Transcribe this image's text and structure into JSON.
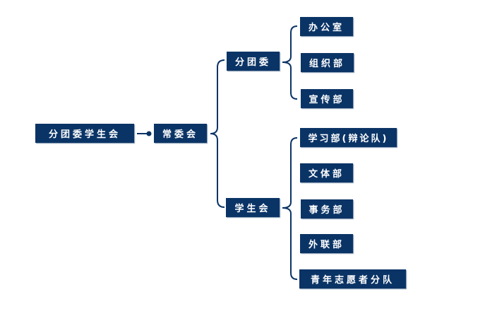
{
  "colors": {
    "box": "#0b3466",
    "line": "#0b3466"
  },
  "root": {
    "label": "分团委学生会"
  },
  "committee": {
    "label": "常委会"
  },
  "branches": [
    {
      "label": "分团委",
      "children": [
        "办公室",
        "组织部",
        "宣传部"
      ]
    },
    {
      "label": "学生会",
      "children": [
        "学习部(辩论队)",
        "文体部",
        "事务部",
        "外联部",
        "青年志愿者分队"
      ]
    }
  ]
}
